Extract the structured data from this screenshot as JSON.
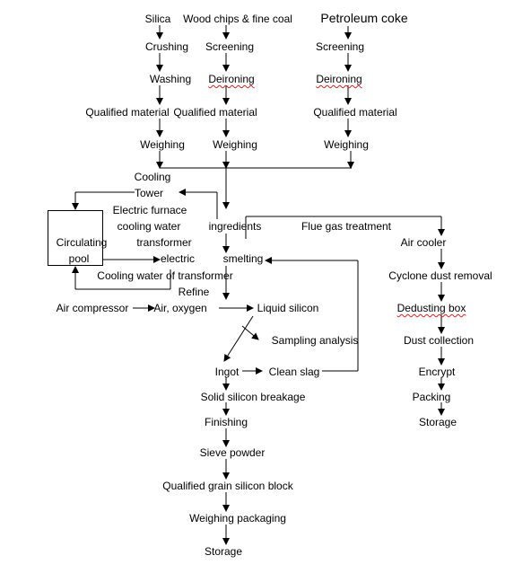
{
  "diagram": {
    "col1": {
      "silica": "Silica",
      "crushing": "Crushing",
      "washing": "Washing",
      "qualified": "Qualified material",
      "weighing": "Weighing"
    },
    "col2": {
      "wood": "Wood chips & fine coal",
      "screening": "Screening",
      "deironing": "Deironing",
      "qualified": "Qualified material",
      "weighing": "Weighing"
    },
    "col3": {
      "petroleum": "Petroleum coke",
      "screening": "Screening",
      "deironing": "Deironing",
      "qualified": "Qualified material",
      "weighing": "Weighing"
    },
    "cooling_tower_1": "Cooling",
    "cooling_tower_2": "Tower",
    "electric_furnace": "Electric furnace",
    "cooling_water": "cooling water",
    "transformer": "transformer",
    "ingredients": "ingredients",
    "flue_gas": "Flue gas treatment",
    "circulating_1": "Circulating",
    "circulating_2": "pool",
    "electric": "electric",
    "smelting": "smelting",
    "cooling_water_transformer": "Cooling water of transformer",
    "refine": "Refine",
    "air_compressor": "Air compressor",
    "air_oxygen": "Air, oxygen",
    "liquid_silicon": "Liquid silicon",
    "sampling": "Sampling analysis",
    "ingot": "Ingot",
    "clean_slag": "Clean slag",
    "solid_breakage": "Solid silicon breakage",
    "finishing": "Finishing",
    "sieve": "Sieve powder",
    "qualified_block": "Qualified grain silicon block",
    "weighing_packaging": "Weighing packaging",
    "storage_main": "Storage",
    "air_cooler": "Air cooler",
    "cyclone": "Cyclone dust removal",
    "dedusting": "Dedusting box",
    "dust_collection": "Dust collection",
    "encrypt": "Encrypt",
    "packing": "Packing",
    "storage_right": "Storage"
  }
}
